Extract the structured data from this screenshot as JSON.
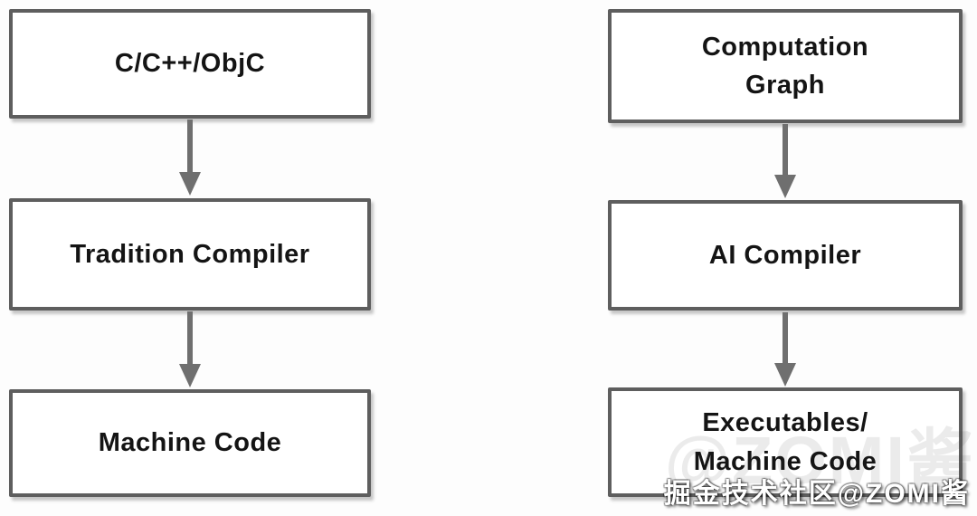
{
  "title": "Tradition Compiler vs AI Compiler flow diagram",
  "colors": {
    "background": "#fdfdfd",
    "box_fill": "#ffffff",
    "box_border": "#5e5e5e",
    "arrow": "#6f6f6f",
    "label_text": "#141414",
    "watermark_text": "#ffffff"
  },
  "flows": [
    {
      "id": "traditional-compiler-flow",
      "nodes": [
        {
          "label": "C/C++/ObjC"
        },
        {
          "label": "Tradition Compiler"
        },
        {
          "label": "Machine Code"
        }
      ]
    },
    {
      "id": "ai-compiler-flow",
      "nodes": [
        {
          "label": "Computation\nGraph"
        },
        {
          "label": "AI Compiler"
        },
        {
          "label": "Executables/\nMachine Code"
        }
      ]
    }
  ],
  "watermark": {
    "text": "掘金技术社区@ZOMI酱",
    "ghost_text": "@ZOMI酱"
  }
}
